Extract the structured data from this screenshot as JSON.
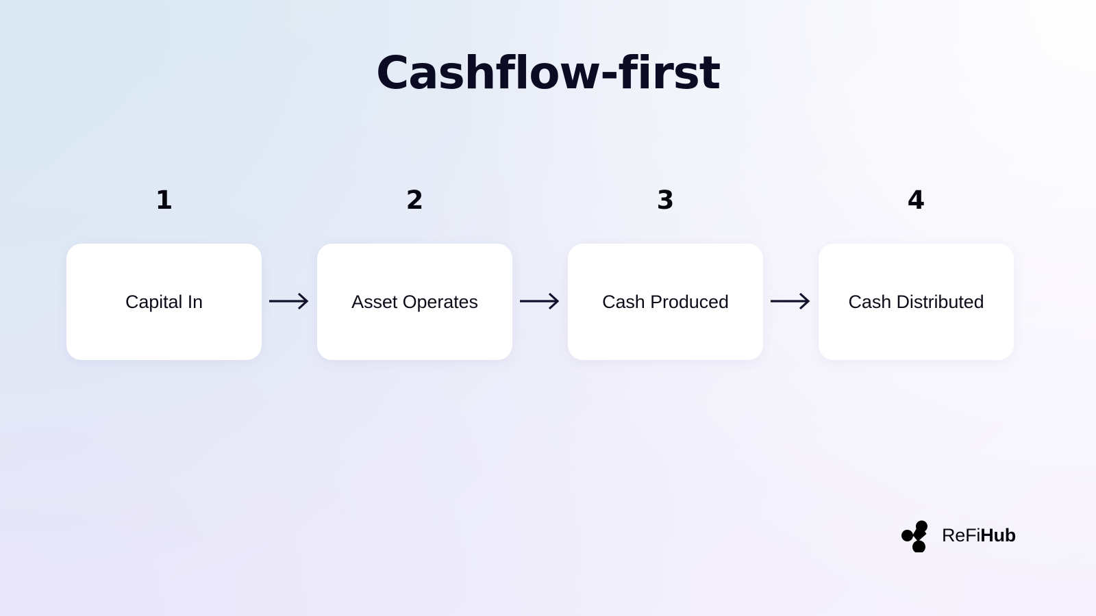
{
  "slide": {
    "title": "Cashflow-first",
    "background": {
      "top_left": "#e2ebf3",
      "top_right": "#fbfaff",
      "bottom_left": "#ece9f8",
      "bottom_right": "#f3f0fb"
    },
    "title_color": "#0b0b23",
    "card_color": "#ffffff",
    "text_color": "#0c0c18",
    "arrow_color": "#11112b"
  },
  "flow": {
    "steps": [
      {
        "number": "1",
        "label": "Capital In"
      },
      {
        "number": "2",
        "label": "Asset Operates"
      },
      {
        "number": "3",
        "label": "Cash Produced"
      },
      {
        "number": "4",
        "label": "Cash Distributed"
      }
    ],
    "connectors": [
      {
        "icon": "arrow-right-icon"
      },
      {
        "icon": "arrow-right-icon"
      },
      {
        "icon": "arrow-right-icon"
      }
    ]
  },
  "logo": {
    "mark_icon": "refihub-molecule-icon",
    "name_light": "ReFi",
    "name_bold": "Hub",
    "color": "#000000"
  }
}
